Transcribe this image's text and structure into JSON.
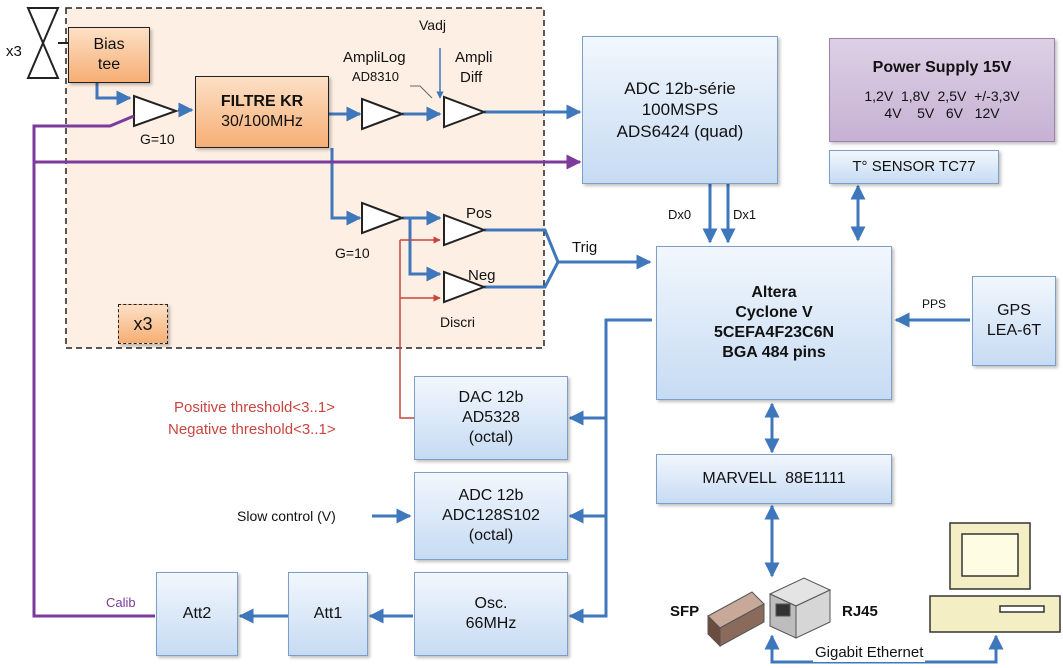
{
  "left_block": {
    "x3_antenna": "x3",
    "bias_tee": [
      "Bias",
      "tee"
    ],
    "amp1_gain": "G=10",
    "filter": [
      "FILTRE KR",
      "30/100MHz"
    ],
    "amplilog": "AmpliLog",
    "ad8310": "AD8310",
    "vadj": "Vadj",
    "ampli_diff": [
      "Ampli",
      "Diff"
    ],
    "amp2_gain": "G=10",
    "pos": "Pos",
    "neg": "Neg",
    "discri": "Discri",
    "x3_box": "x3"
  },
  "adc_main": [
    "ADC 12b-série",
    "100MSPS",
    "ADS6424 (quad)"
  ],
  "power_supply": {
    "title": "Power Supply 15V",
    "row1": "1,2V  1,8V  2,5V  +/-3,3V",
    "row2": "4V    5V   6V   12V"
  },
  "temp_sensor": "T° SENSOR TC77",
  "fpga": [
    "Altera",
    "Cyclone V",
    "5CEFA4F23C6N",
    "BGA 484 pins"
  ],
  "gps": [
    "GPS",
    "LEA-6T"
  ],
  "signals": {
    "dx0": "Dx0",
    "dx1": "Dx1",
    "trig": "Trig",
    "pps": "PPS",
    "calib": "Calib",
    "slow_control": "Slow control (V)",
    "pos_threshold": "Positive threshold<3..1>",
    "neg_threshold": "Negative threshold<3..1>",
    "gigabit": "Gigabit Ethernet"
  },
  "dac": [
    "DAC 12b",
    "AD5328",
    "(octal)"
  ],
  "adc_slow": [
    "ADC 12b",
    "ADC128S102",
    "(octal)"
  ],
  "osc": [
    "Osc.",
    "66MHz"
  ],
  "att1": "Att1",
  "att2": "Att2",
  "marvell": "MARVELL  88E1111",
  "sfp": "SFP",
  "rj45": "RJ45",
  "colors": {
    "wire_blue": "#3f77bc",
    "wire_purple": "#7c3b9c",
    "wire_red": "#c9453f",
    "box_blue": "#c6dbf3",
    "box_orange": "#f6ae74",
    "box_purple": "#cdb9d8"
  }
}
